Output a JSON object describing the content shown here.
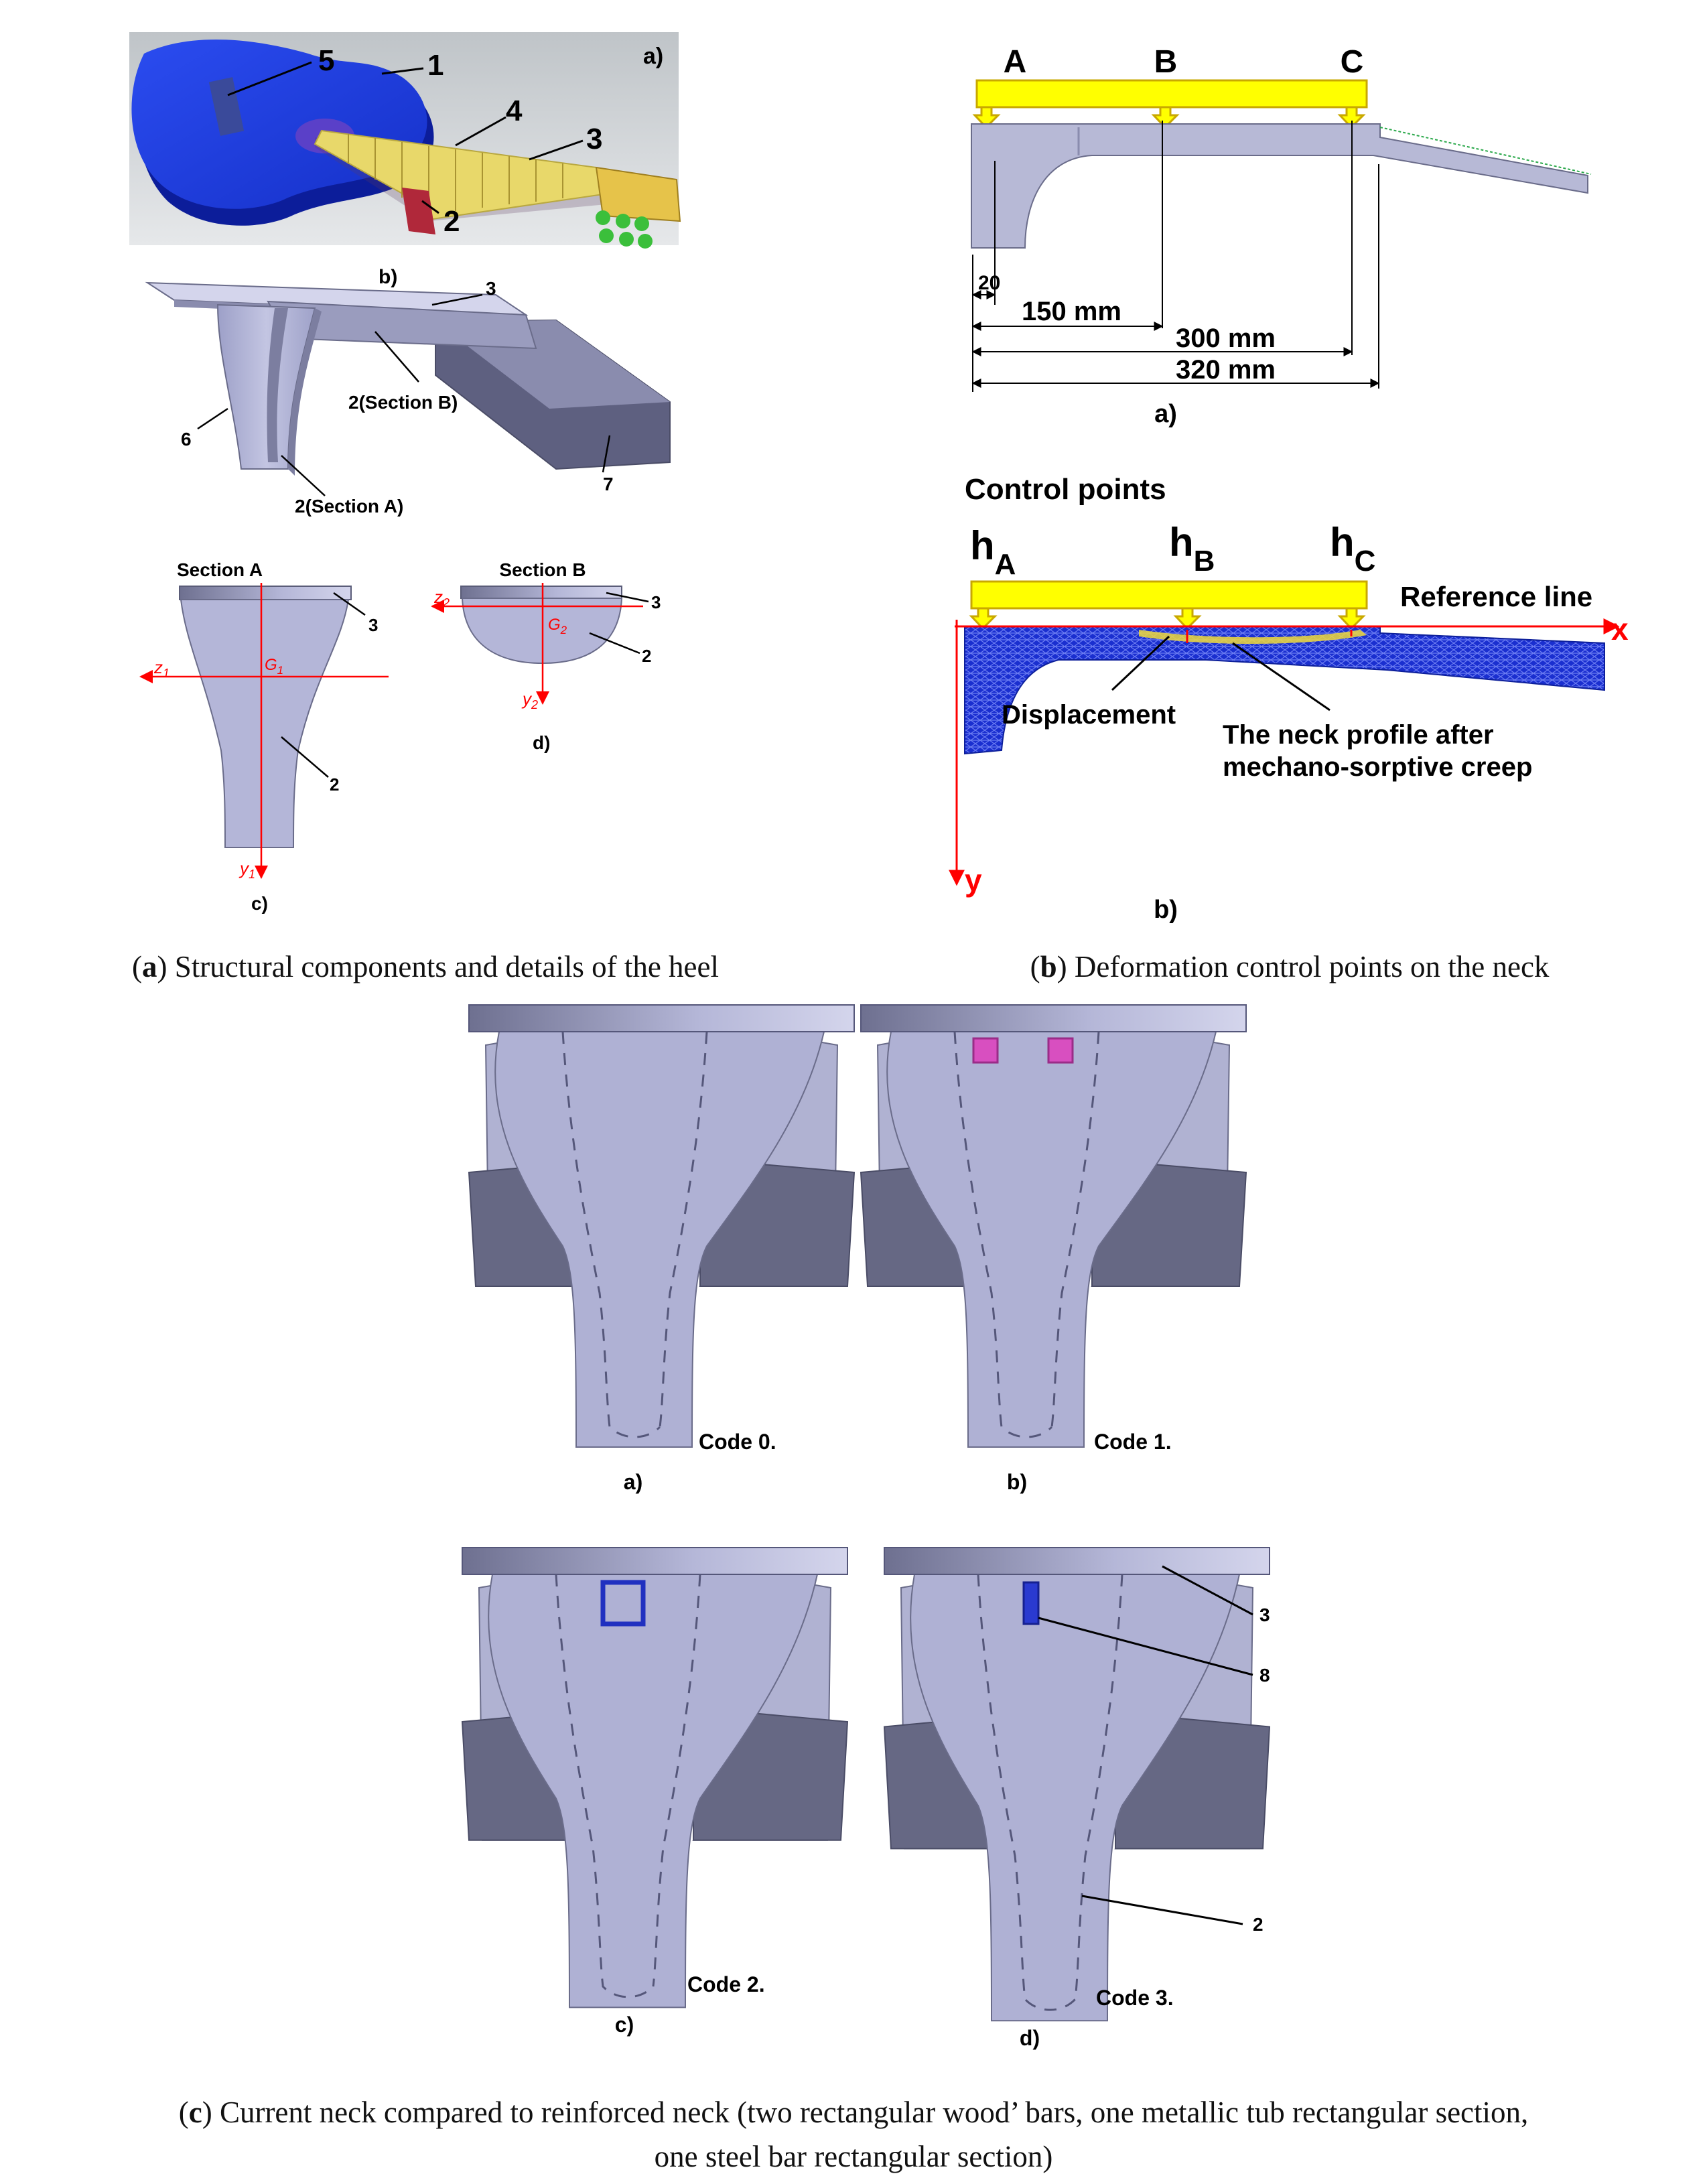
{
  "captions": {
    "a": {
      "letter": "a",
      "text": "Structural components and details of the heel"
    },
    "b": {
      "letter": "b",
      "text": "Deformation control points on the neck"
    },
    "c": {
      "letter": "c",
      "text": "Current neck compared to reinforced neck (two rectangular wood’ bars, one metallic tub rectangular section,",
      "text2": "one steel bar rectangular section)"
    }
  },
  "panel_a": {
    "sub_a": {
      "label": "a)",
      "numbers": [
        "5",
        "1",
        "4",
        "3",
        "2"
      ]
    },
    "sub_b": {
      "label": "b)",
      "n3": "3",
      "n6": "6",
      "n7": "7",
      "section_b_label": "2(Section B)",
      "section_a_label": "2(Section A)"
    },
    "sub_c": {
      "label": "c)",
      "title": "Section A",
      "n3": "3",
      "n2": "2",
      "z": "z",
      "z_sub": "1",
      "g": "G",
      "g_sub": "1",
      "y": "y",
      "y_sub": "1"
    },
    "sub_d": {
      "label": "d)",
      "title": "Section B",
      "n3": "3",
      "n2": "2",
      "z": "z",
      "z_sub": "2",
      "g": "G",
      "g_sub": "2",
      "y": "y",
      "y_sub": "2"
    }
  },
  "panel_b": {
    "sub_a": {
      "label": "a)",
      "points": [
        "A",
        "B",
        "C"
      ],
      "dims": [
        "20",
        "150 mm",
        "300 mm",
        "320 mm"
      ]
    },
    "sub_b": {
      "label": "b)",
      "title": "Control points",
      "h": "h",
      "subs": [
        "A",
        "B",
        "C"
      ],
      "reference_line": "Reference line",
      "x": "x",
      "y": "y",
      "displacement": "Displacement",
      "profile_line1": "The neck profile after",
      "profile_line2": "mechano-sorptive creep"
    }
  },
  "panel_c": {
    "items": [
      {
        "label": "a)",
        "code": "Code 0."
      },
      {
        "label": "b)",
        "code": "Code 1."
      },
      {
        "label": "c)",
        "code": "Code 2."
      },
      {
        "label": "d)",
        "code": "Code 3."
      }
    ],
    "callouts": {
      "n3": "3",
      "n8": "8",
      "n2": "2"
    }
  },
  "colors": {
    "guitar_blue": "#1f3fe6",
    "fretboard": "#e8d86a",
    "load_bar": "#ffff00",
    "neck_gray": "#aeb0d4",
    "axis_red": "#ff0000",
    "mesh_blue": "#1a2fd0",
    "insert_magenta": "#d84fc0",
    "insert_blue": "#2030c0"
  }
}
